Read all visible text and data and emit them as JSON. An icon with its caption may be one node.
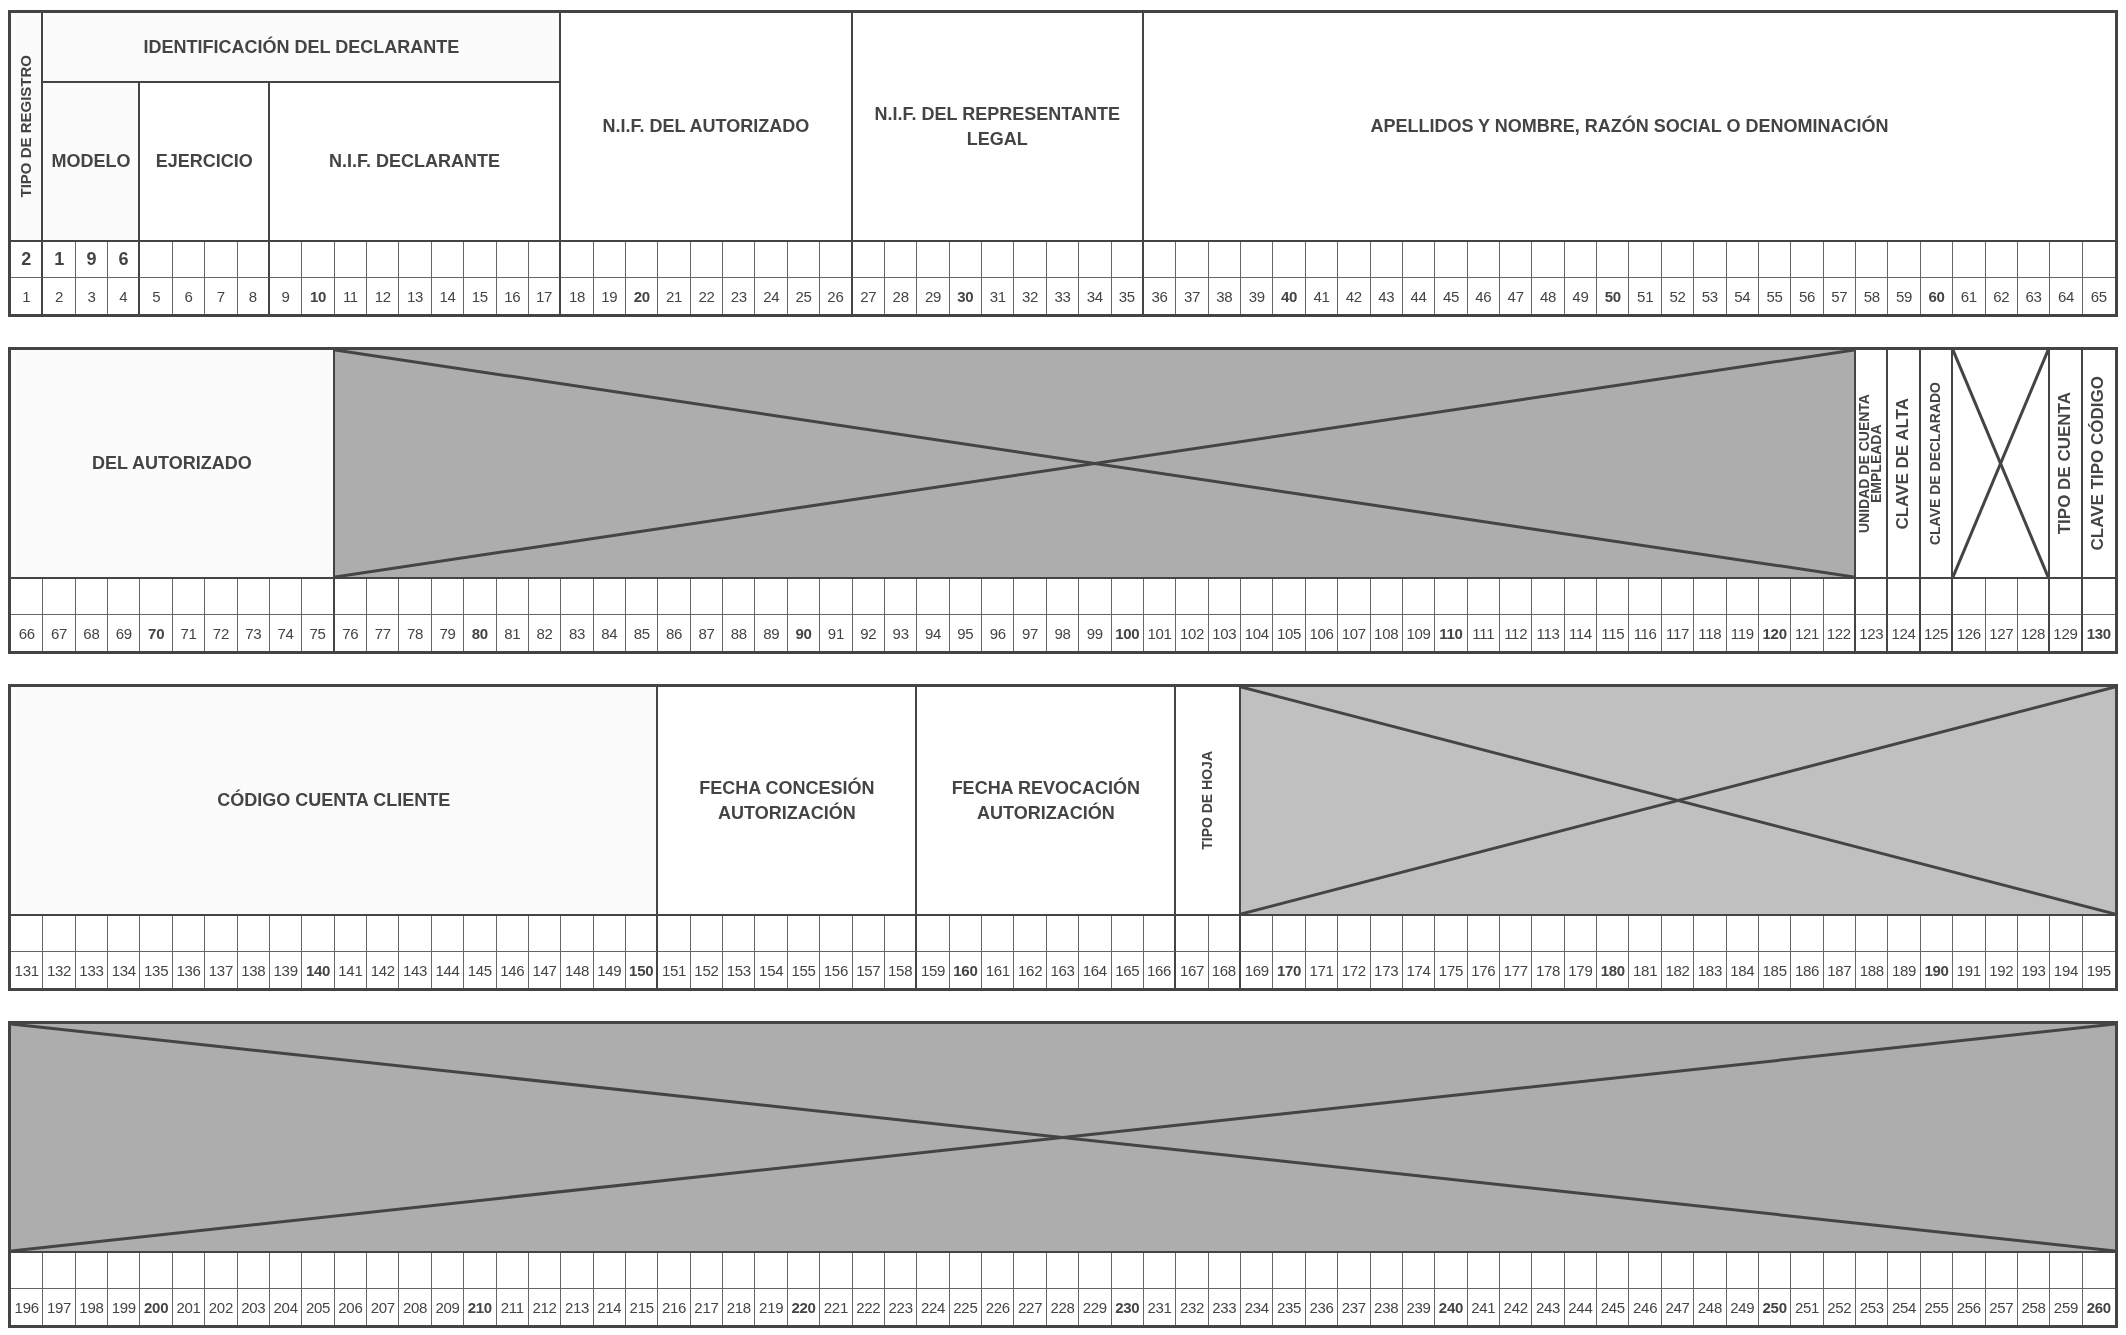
{
  "diagram": {
    "nodes": [
      {
        "text": [
          "TIPO DE REGISTRO"
        ]
      },
      {
        "text": [
          "IDENTIFICACIÓN DEL DECLARANTE"
        ]
      },
      {
        "text": [
          "MODELO"
        ]
      },
      {
        "text": [
          "EJERCICIO"
        ]
      },
      {
        "text": [
          "N.I.F. DECLARANTE"
        ]
      },
      {
        "text": [
          "N.I.F. DEL AUTORIZADO"
        ]
      },
      {
        "text": [
          "N.I.F. DEL REPRESENTANTE LEGAL"
        ]
      },
      {
        "text": [
          "APELLIDOS Y NOMBRE, RAZÓN SOCIAL O DENOMINACIÓN"
        ]
      },
      {
        "text": [
          "DEL AUTORIZADO"
        ]
      },
      {
        "text": [],
        "shape": "box"
      },
      {
        "text": [
          "UNIDAD DE CUENTA EMPLEADA"
        ]
      },
      {
        "text": [
          "CLAVE DE ALTA"
        ]
      },
      {
        "text": [
          "CLAVE DE DECLARADO"
        ]
      },
      {
        "text": [],
        "shape": "box"
      },
      {
        "text": [
          "TIPO DE CUENTA"
        ]
      },
      {
        "text": [
          "CLAVE TIPO CÓDIGO"
        ]
      },
      {
        "text": [
          "CÓDIGO CUENTA CLIENTE"
        ]
      },
      {
        "text": [
          "FECHA CONCESIÓN AUTORIZACIÓN"
        ]
      },
      {
        "text": [
          "FECHA REVOCACIÓN AUTORIZACIÓN"
        ]
      },
      {
        "text": [
          "TIPO DE HOJA"
        ]
      },
      {
        "text": [],
        "shape": "box"
      },
      {
        "text": [],
        "shape": "box"
      }
    ],
    "labels": [
      "2",
      "1",
      "9",
      "6",
      "1",
      "2",
      "3",
      "4",
      "5",
      "6",
      "7",
      "8",
      "9",
      "10",
      "11",
      "12",
      "13",
      "14",
      "15",
      "16",
      "17",
      "18",
      "19",
      "20",
      "21",
      "22",
      "23",
      "24",
      "25",
      "26",
      "27",
      "28",
      "29",
      "30",
      "31",
      "32",
      "33",
      "34",
      "35",
      "36",
      "37",
      "38",
      "39",
      "40",
      "41",
      "42",
      "43",
      "44",
      "45",
      "46",
      "47",
      "48",
      "49",
      "50",
      "51",
      "52",
      "53",
      "54",
      "55",
      "56",
      "57",
      "58",
      "59",
      "60",
      "61",
      "62",
      "63",
      "64",
      "65",
      "66",
      "67",
      "68",
      "69",
      "70",
      "71",
      "72",
      "73",
      "74",
      "75",
      "76",
      "77",
      "78",
      "79",
      "80",
      "81",
      "82",
      "83",
      "84",
      "85",
      "86",
      "87",
      "88",
      "89",
      "90",
      "91",
      "92",
      "93",
      "94",
      "95",
      "96",
      "97",
      "98",
      "99",
      "100",
      "101",
      "102",
      "103",
      "104",
      "105",
      "106",
      "107",
      "108",
      "109",
      "110",
      "111",
      "112",
      "113",
      "114",
      "115",
      "116",
      "117",
      "118",
      "119",
      "120",
      "121",
      "122",
      "123",
      "124",
      "125",
      "126",
      "127",
      "128",
      "129",
      "130",
      "131",
      "132",
      "133",
      "134",
      "135",
      "136",
      "137",
      "138",
      "139",
      "140",
      "141",
      "142",
      "143",
      "144",
      "145",
      "146",
      "147",
      "148",
      "149",
      "150",
      "151",
      "152",
      "153",
      "154",
      "155",
      "156",
      "157",
      "158",
      "159",
      "160",
      "161",
      "162",
      "163",
      "164",
      "165",
      "166",
      "167",
      "168",
      "169",
      "170",
      "171",
      "172",
      "173",
      "174",
      "175",
      "176",
      "177",
      "178",
      "179",
      "180",
      "181",
      "182",
      "183",
      "184",
      "185",
      "186",
      "187",
      "188",
      "189",
      "190",
      "191",
      "192",
      "193",
      "194",
      "195",
      "196",
      "197",
      "198",
      "199",
      "200",
      "201",
      "202",
      "203",
      "204",
      "205",
      "206",
      "207",
      "208",
      "209",
      "210",
      "211",
      "212",
      "213",
      "214",
      "215",
      "216",
      "217",
      "218",
      "219",
      "220",
      "221",
      "222",
      "223",
      "224",
      "225",
      "226",
      "227",
      "228",
      "229",
      "230",
      "231",
      "232",
      "233",
      "234",
      "235",
      "236",
      "237",
      "238",
      "239",
      "240",
      "241",
      "242",
      "243",
      "244",
      "245",
      "246",
      "247",
      "248",
      "249",
      "250",
      "251",
      "252",
      "253",
      "254",
      "255",
      "256",
      "257",
      "258",
      "259",
      "260"
    ]
  }
}
